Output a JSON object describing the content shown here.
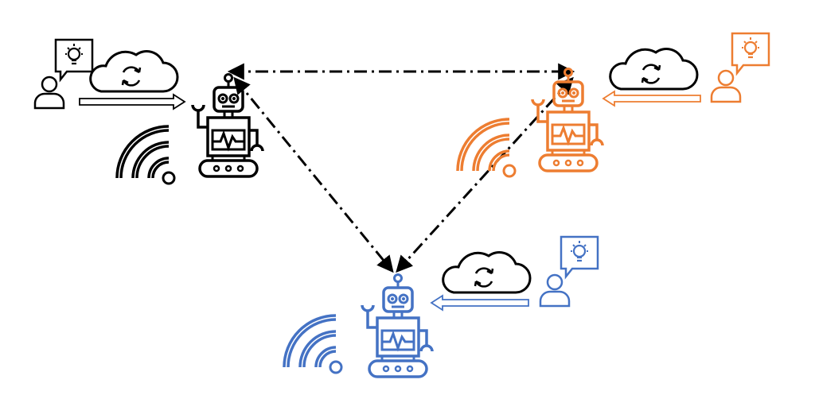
{
  "colors": {
    "agent_1": "#000000",
    "agent_2": "#ED7D31",
    "agent_3": "#4472C4",
    "links": "#000000",
    "cloud": "#000000",
    "background": "#ffffff"
  },
  "agents": [
    {
      "id": "agent_1",
      "icons": [
        "user-icon",
        "lightbulb-speech-bubble-icon",
        "cloud-sync-icon",
        "robot-icon",
        "wireless-signal-icon"
      ]
    },
    {
      "id": "agent_2",
      "icons": [
        "user-icon",
        "lightbulb-speech-bubble-icon",
        "cloud-sync-icon",
        "robot-icon",
        "wireless-signal-icon"
      ]
    },
    {
      "id": "agent_3",
      "icons": [
        "user-icon",
        "lightbulb-speech-bubble-icon",
        "cloud-sync-icon",
        "robot-icon",
        "wireless-signal-icon"
      ]
    }
  ],
  "connections": [
    {
      "from": "agent_1",
      "to": "agent_2",
      "style": "dash-dot",
      "direction": "bidirectional"
    },
    {
      "from": "agent_1",
      "to": "agent_3",
      "style": "dash-dot",
      "direction": "bidirectional"
    },
    {
      "from": "agent_2",
      "to": "agent_3",
      "style": "dash-dot",
      "direction": "bidirectional"
    }
  ]
}
